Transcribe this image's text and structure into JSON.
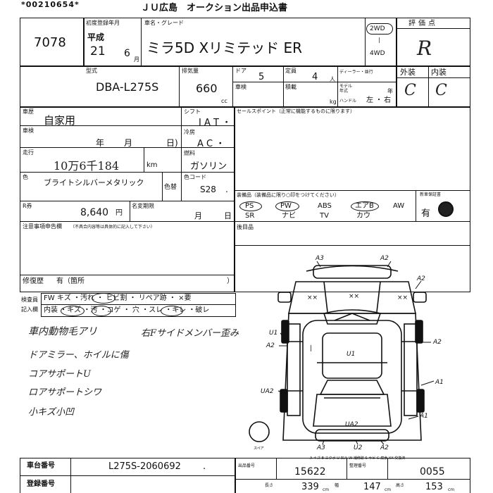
{
  "header": {
    "doc_no": "*00210654*",
    "title": "ＪＵ広島　オークション出品申込書"
  },
  "entry_no": "7078",
  "first_reg": {
    "label": "初度登録年月",
    "era": "平成",
    "year": "21",
    "month": "6",
    "month_unit": "月"
  },
  "model_name": {
    "label": "車名・グレード",
    "value": "ミラ5D Xリミテッド ER"
  },
  "drive": {
    "two": "2WD",
    "four": "4WD"
  },
  "evaluation": {
    "label": "評価点",
    "value": "R"
  },
  "katashiki": {
    "label": "型式",
    "value": "DBA-L275S"
  },
  "displacement": {
    "label": "排気量",
    "value": "660",
    "unit": "cc"
  },
  "doors": {
    "label": "ドア",
    "value": "5"
  },
  "capacity": {
    "label": "定員",
    "value": "4",
    "unit": "人"
  },
  "loading": {
    "label": "積載",
    "unit": "kg"
  },
  "wheel_label": "車検",
  "handle": {
    "label": "ハンドル",
    "left": "左",
    "sep": "・",
    "right": "右"
  },
  "dealer_label": "ディーラー・並行",
  "model_year": {
    "label": "モデル年式",
    "unit": "年"
  },
  "exterior": {
    "label": "外装",
    "value": "C"
  },
  "interior": {
    "label": "内装",
    "value": "C"
  },
  "use_type": {
    "label": "車歴",
    "value": "自家用"
  },
  "inspection": {
    "label": "車検",
    "year": "年",
    "month": "月",
    "day": "日)"
  },
  "mileage": {
    "label": "走行",
    "value": "10万6千184",
    "unit": "km"
  },
  "shift": {
    "label": "シフト",
    "value": "I A T ・"
  },
  "aircon": {
    "label": "冷房",
    "value": "A C ・"
  },
  "fuel": {
    "label": "燃料",
    "value": "ガソリン"
  },
  "color": {
    "label": "色",
    "value": "ブライトシルバーメタリック",
    "change_label": "色替"
  },
  "color_code": {
    "label": "色コード",
    "value": "S28",
    "dot": "."
  },
  "recycle": {
    "label": "R券",
    "value": "8,640",
    "unit": "円"
  },
  "owner_exp": {
    "label": "名変期限",
    "month": "月",
    "day": "日"
  },
  "sales_point": {
    "label": "セールスポイント（正常に機能するものに限ります）"
  },
  "equipment": {
    "label": "装備品（装備品に限り○印をつけてください）",
    "new_car_label": "新車保証書",
    "items_row1": [
      "PS",
      "PW",
      "ABS",
      "エアB",
      "AW"
    ],
    "items_row2": [
      "SR",
      "ナビ",
      "TV",
      "カウ"
    ],
    "warranty": "有"
  },
  "rear_seat_label": "後目品",
  "notes": {
    "label": "注意事項申告欄",
    "small": "（不具合内容等は具体的に記入して下さい）",
    "repair_label": "修復歴",
    "repair_value": "有（箇所",
    "repair_close": "）"
  },
  "inspector": {
    "label1": "検査員",
    "label2": "記入欄",
    "row1": "FW  キズ  ・汚れ ・  ヒビ割  ・ リペア跡 ・ ×要",
    "row2": "内装 ・キズ ・汚 ・コゲ ・ 穴 ・スレ ・キレ ・破レ"
  },
  "handwritten": {
    "line1": "車内動物毛アリ",
    "line2": "右Fサイドメンバー歪み",
    "line3": "ドアミラー、ホイルに傷",
    "line4": "コアサポートU",
    "line5": "ロアサポートシワ",
    "line6": "小キズ小凹"
  },
  "diagram_marks": {
    "a3_left": "A3",
    "a3_right": "A2",
    "a2_right_top": "A2",
    "a2_left_side": "A2",
    "u1_left": "U1",
    "a2_right_side": "A2",
    "xx_left": "××",
    "xx_center": "××",
    "xx_right": "××",
    "one_left": "|",
    "u1_center": "U1",
    "ua2_left": "UA2",
    "a1_right": "A1",
    "a1_right2": "A1",
    "ua2_bottom": "UA2",
    "a3_bottom": "A3",
    "u2_bottom": "U2",
    "a2_bottom": "A2",
    "spare": "スペア"
  },
  "legend": "A-キズ  E-エクボ  U-凹み  W-補修跡  S-サビ  C-腐食  XX-交換済",
  "chassis": {
    "label": "車台番号",
    "value": "L275S-2060692",
    "dot": "."
  },
  "reg_no_label": "登録番号",
  "size": {
    "length_label": "長さ",
    "length": "339",
    "length_unit": "cm",
    "width_label": "幅",
    "width": "147",
    "width_unit": "cm",
    "height_label": "高さ",
    "height": "153",
    "height_unit": "cm"
  },
  "exhibit_no": {
    "label": "出品番号",
    "value": "15622"
  },
  "lot_no": {
    "label": "整理番号",
    "value": "0055"
  }
}
